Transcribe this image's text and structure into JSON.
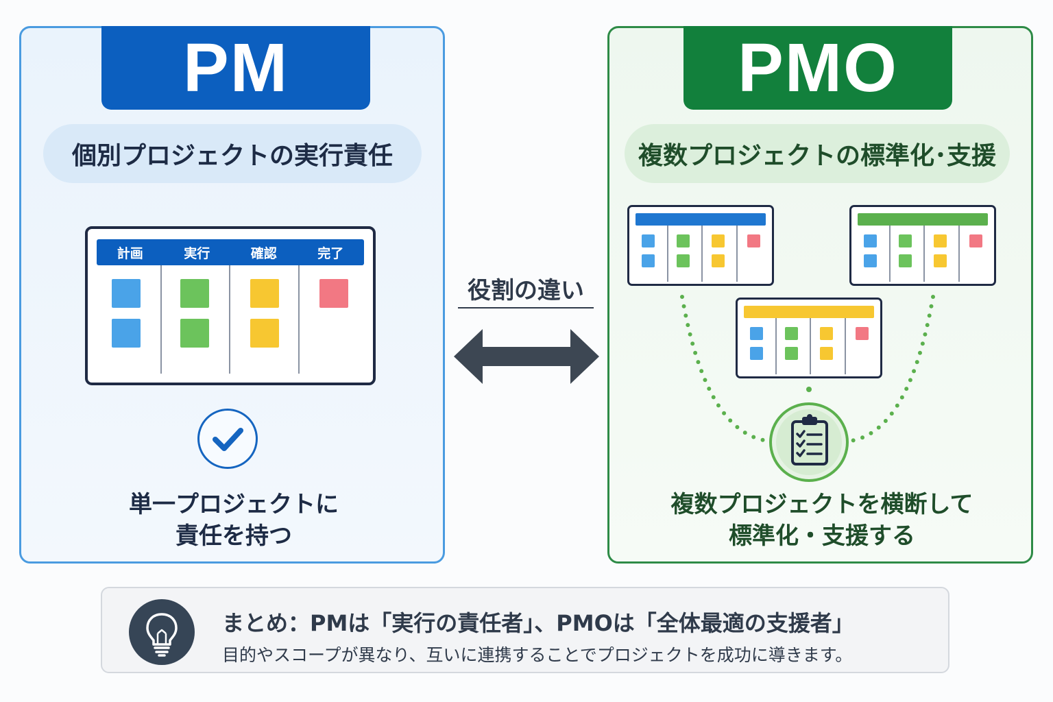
{
  "pm": {
    "title": "PM",
    "subtitle": "個別プロジェクトの実行責任",
    "board_columns": [
      "計画",
      "実行",
      "確認",
      "完了"
    ],
    "caption_line1": "単一プロジェクトに",
    "caption_line2": "責任を持つ",
    "icon": "check-circle-icon"
  },
  "pmo": {
    "title": "PMO",
    "subtitle": "複数プロジェクトの標準化･支援",
    "caption_line1": "複数プロジェクトを横断して",
    "caption_line2": "標準化・支援する",
    "icon": "clipboard-checklist-icon"
  },
  "middle": {
    "label": "役割の違い",
    "icon": "double-arrow-icon"
  },
  "summary": {
    "title": "まとめ：PMは「実行の責任者」、PMOは「全体最適の支援者」",
    "text": "目的やスコープが異なり、互いに連携することでプロジェクトを成功に導きます。",
    "icon": "lightbulb-icon"
  },
  "colors": {
    "pm_primary": "#0c5fbf",
    "pmo_primary": "#12803c",
    "card_blue": "#4aa3e8",
    "card_green": "#6cc35c",
    "card_yellow": "#f7c731",
    "card_red": "#f27883",
    "text_dark": "#1d2b45"
  }
}
